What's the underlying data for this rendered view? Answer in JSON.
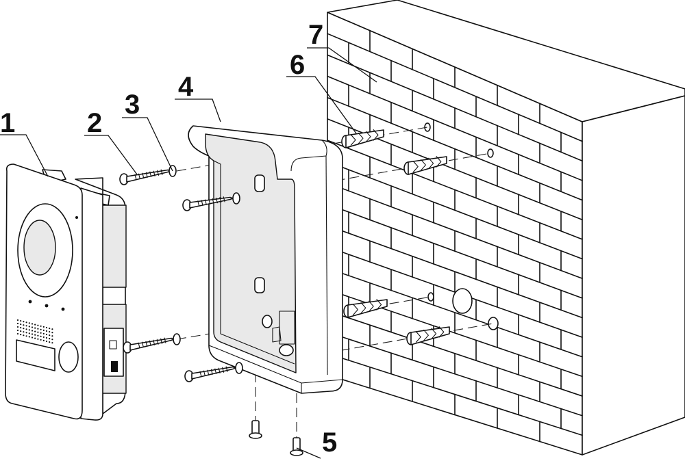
{
  "callouts": [
    {
      "id": "1",
      "label": "1"
    },
    {
      "id": "2",
      "label": "2"
    },
    {
      "id": "3",
      "label": "3"
    },
    {
      "id": "4",
      "label": "4"
    },
    {
      "id": "5",
      "label": "5"
    },
    {
      "id": "6",
      "label": "6"
    },
    {
      "id": "7",
      "label": "7"
    }
  ],
  "bricks": {
    "rows": 17,
    "cols": 6
  }
}
